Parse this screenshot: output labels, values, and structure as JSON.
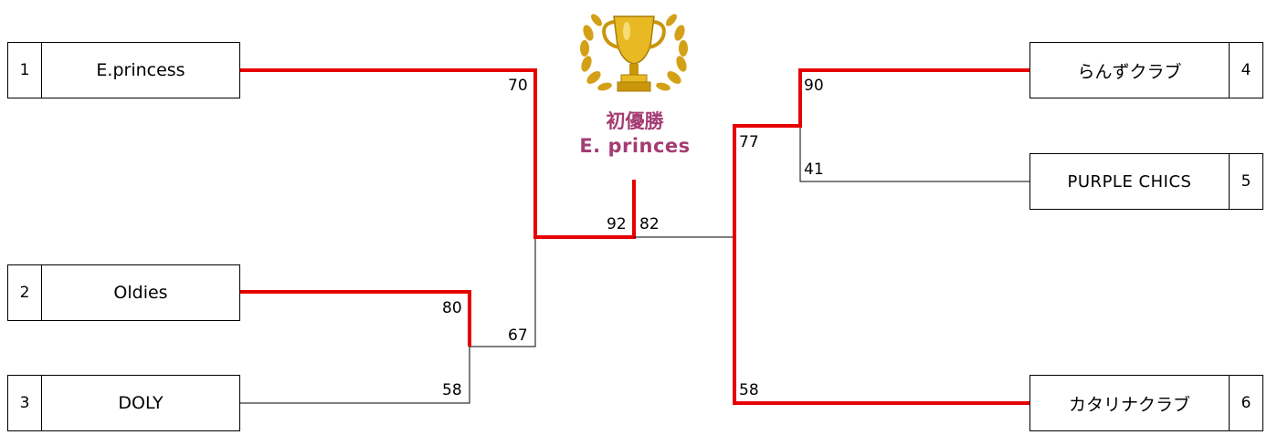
{
  "teams": [
    {
      "seed": "1",
      "name": "E.princess"
    },
    {
      "seed": "2",
      "name": "Oldies"
    },
    {
      "seed": "3",
      "name": "DOLY"
    },
    {
      "seed": "4",
      "name": "らんずクラブ"
    },
    {
      "seed": "5",
      "name": "PURPLE CHICS"
    },
    {
      "seed": "6",
      "name": "カタリナクラブ"
    }
  ],
  "scores": {
    "sf_left_team1": "70",
    "qf_left_oldies": "80",
    "qf_left_doly": "58",
    "sf_left_winner": "67",
    "final_left": "92",
    "final_right": "82",
    "qf_right_rans": "90",
    "qf_right_purple": "41",
    "sf_right_winner": "77",
    "sf_right_catalina": "58"
  },
  "champion": {
    "title": "初優勝",
    "name": "E. princes"
  },
  "colors": {
    "winner_line": "#e60000",
    "loser_line": "#000000",
    "champion_text": "#a33d73",
    "trophy_gold": "#d4a017"
  }
}
